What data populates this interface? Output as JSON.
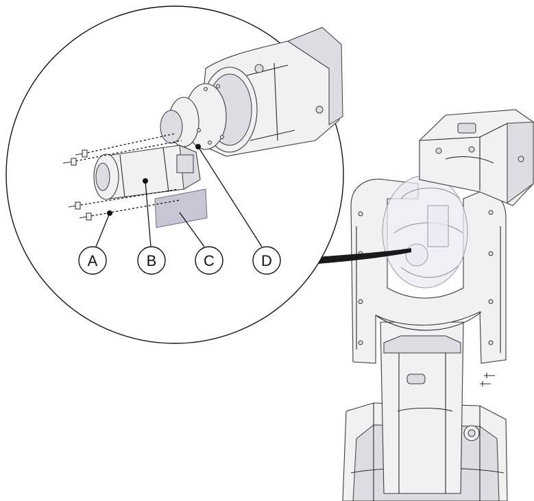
{
  "callouts": [
    {
      "key": "a",
      "label": "A"
    },
    {
      "key": "b",
      "label": "B"
    },
    {
      "key": "c",
      "label": "C"
    },
    {
      "key": "d",
      "label": "D"
    }
  ],
  "colors": {
    "line": "#2a2a2a",
    "part_fill": "#f1f1f4",
    "shim": "#c6c6d4",
    "glass": "#e9eaf3",
    "leader": "#1a1a1a"
  },
  "icons": {
    "detail_view": "magnifier-circle",
    "robot": "industrial-robot-arm",
    "motor": "servo-motor",
    "gearbox": "gearbox-flange",
    "screw": "screw"
  }
}
